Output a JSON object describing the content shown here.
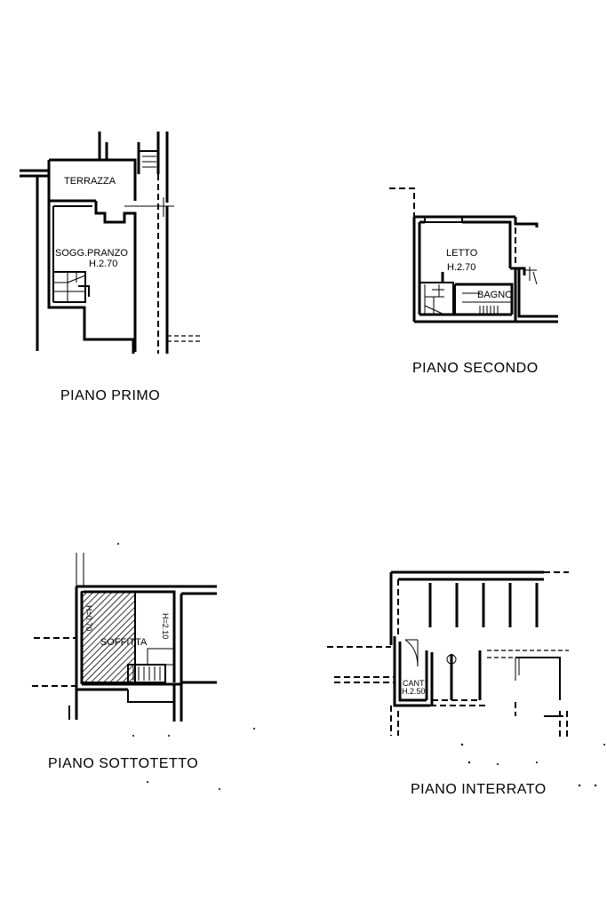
{
  "floors": {
    "primo": {
      "title": "PIANO PRIMO",
      "rooms": [
        {
          "name": "TERRAZZA"
        },
        {
          "name": "SOGG.PRANZO",
          "height": "H.2.70"
        }
      ]
    },
    "secondo": {
      "title": "PIANO SECONDO",
      "rooms": [
        {
          "name": "LETTO",
          "height": "H.2.70"
        },
        {
          "name": "BAGNO"
        }
      ]
    },
    "sottotetto": {
      "title": "PIANO SOTTOTETTO",
      "rooms": [
        {
          "name": "SOFFITTA"
        }
      ],
      "heights": [
        "H=0.70",
        "H=2.10"
      ]
    },
    "interrato": {
      "title": "PIANO INTERRATO",
      "rooms": [
        {
          "name": "CANT",
          "height": "H.2.50"
        }
      ]
    }
  }
}
